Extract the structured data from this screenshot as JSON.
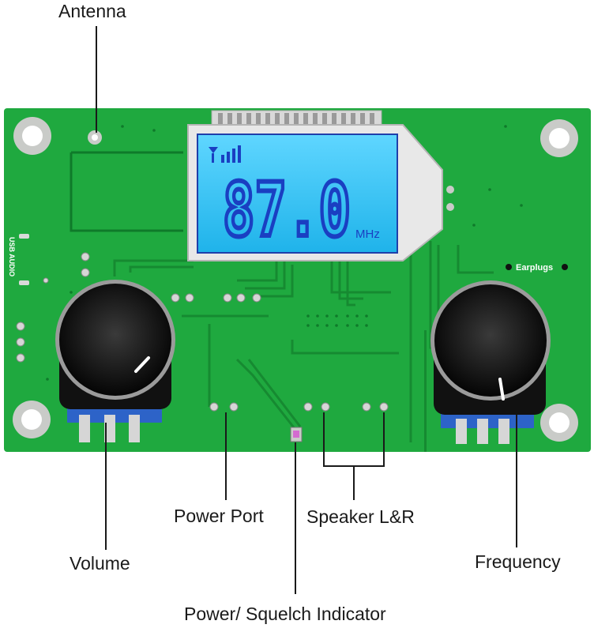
{
  "labels": {
    "antenna": "Antenna",
    "power_port": "Power Port",
    "speaker": "Speaker L&R",
    "volume": "Volume",
    "frequency": "Frequency",
    "squelch": "Power/ Squelch Indicator"
  },
  "board": {
    "lcd_frequency": "87.0",
    "lcd_unit": "MHz",
    "usb_audio": "USB AUDIO",
    "earplugs": "Earplugs"
  },
  "colors": {
    "pcb": "#1fa93f",
    "pcb_dark": "#168a31",
    "lcd_background": "#33c3f0",
    "lcd_segments": "#1a3fc2",
    "knob": "#1b1b1b",
    "leader_line": "#1a1a1a"
  }
}
